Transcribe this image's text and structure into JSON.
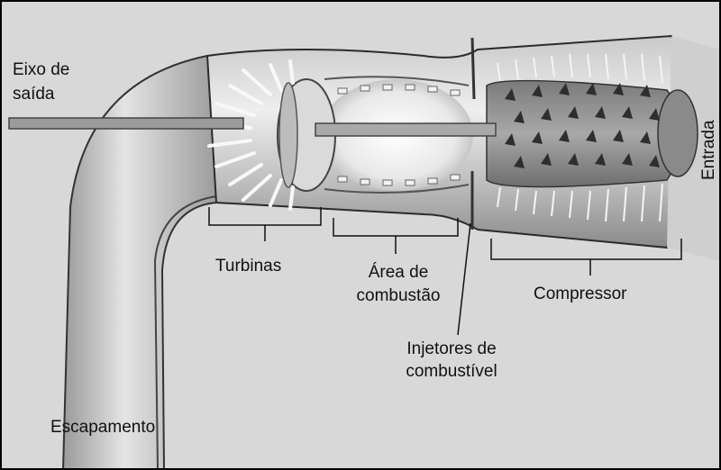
{
  "labels": {
    "output_shaft_line1": "Eixo de",
    "output_shaft_line2": "saída",
    "turbines": "Turbinas",
    "combustion_line1": "Área de",
    "combustion_line2": "combustão",
    "compressor": "Compressor",
    "injectors_line1": "Injetores de",
    "injectors_line2": "combustível",
    "exhaust": "Escapamento",
    "intake": "Entrada"
  },
  "colors": {
    "background": "#d8d8d8",
    "frame": "#000000",
    "text": "#111111"
  }
}
